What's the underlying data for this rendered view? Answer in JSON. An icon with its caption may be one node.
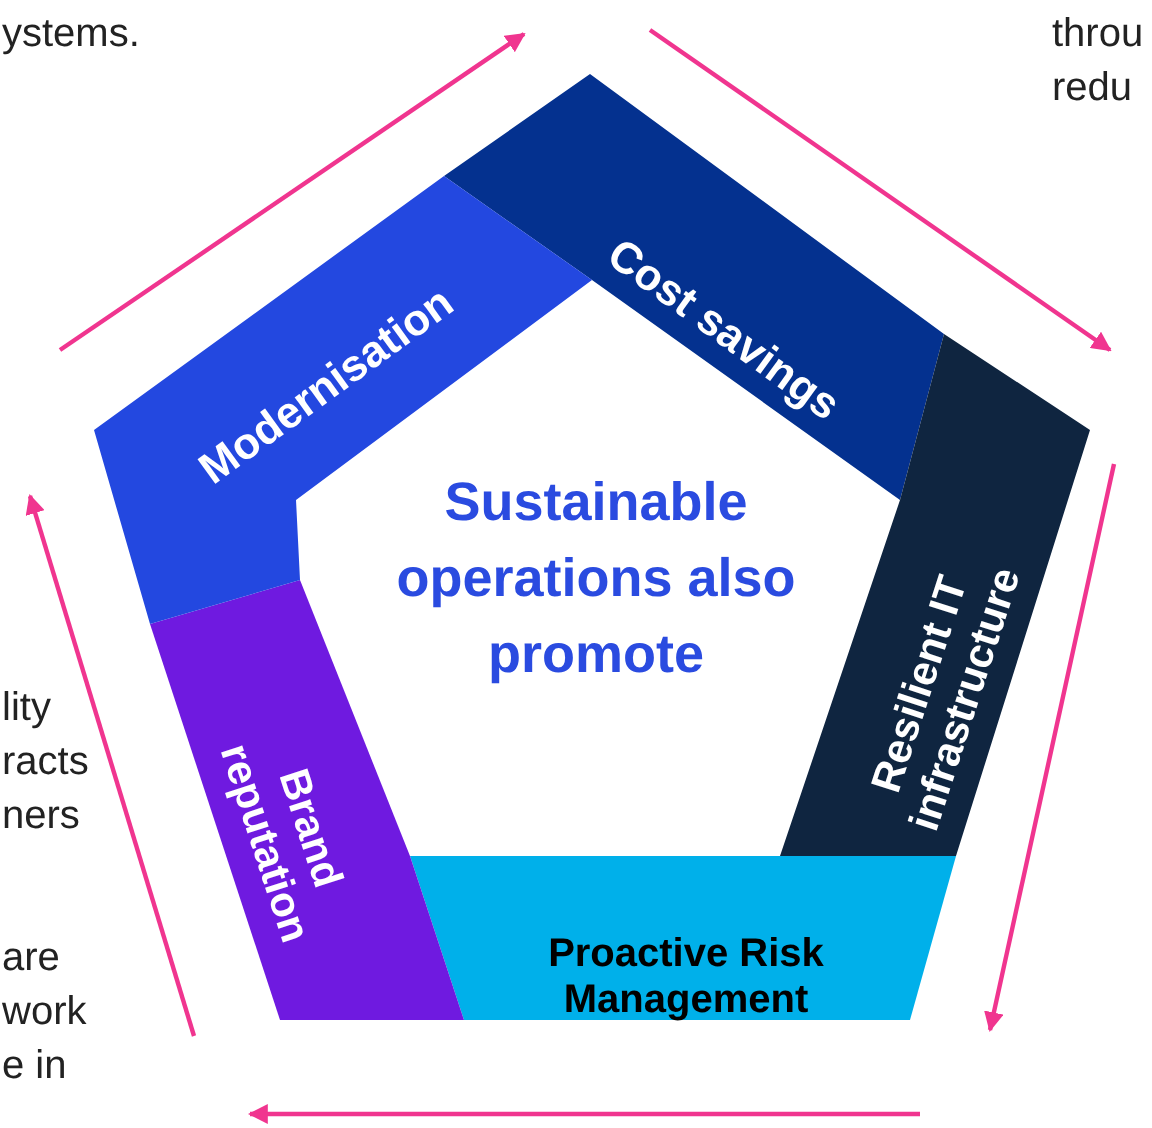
{
  "diagram": {
    "nodes": [
      {
        "text": [
          "Cost savings"
        ]
      },
      {
        "text": [
          "Resilient IT infrastructure"
        ]
      },
      {
        "text": [
          "Proactive Risk Management"
        ]
      },
      {
        "text": [
          "Brand reputation"
        ]
      },
      {
        "text": [
          "Modernisation"
        ]
      }
    ],
    "labels": [
      "ystems.",
      "throu redu",
      "Sustainable operations also promote",
      "lity racts ners",
      "are work e in"
    ]
  }
}
